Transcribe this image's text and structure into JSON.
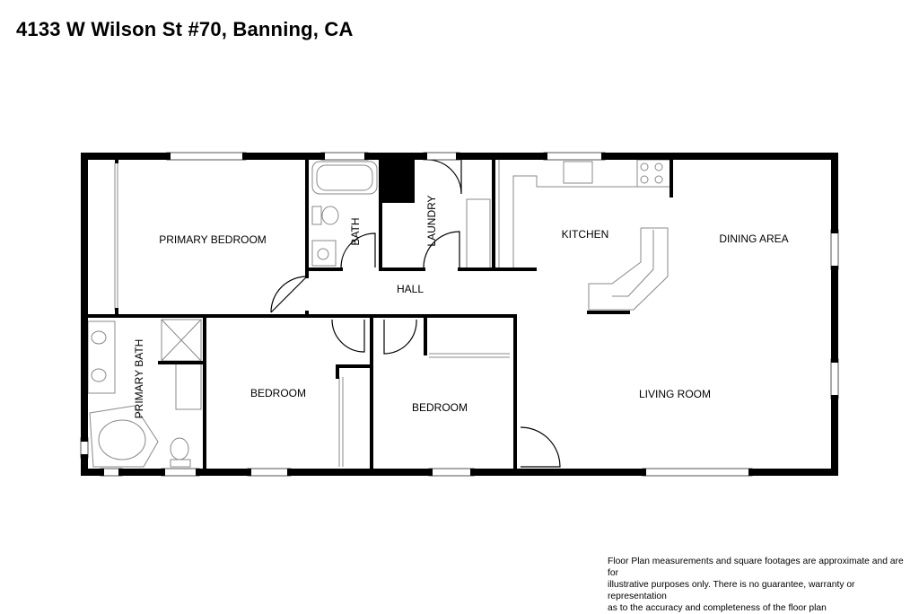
{
  "title": "4133 W Wilson St #70, Banning, CA",
  "rooms": {
    "primary_bedroom": "PRIMARY BEDROOM",
    "bath": "BATH",
    "laundry": "LAUNDRY",
    "kitchen": "KITCHEN",
    "dining_area": "DINING AREA",
    "hall": "HALL",
    "primary_bath": "PRIMARY BATH",
    "bedroom_1": "BEDROOM",
    "bedroom_2": "BEDROOM",
    "living_room": "LIVING ROOM"
  },
  "disclaimer": {
    "line1": "Floor Plan measurements and square footages are approximate and are for",
    "line2": "illustrative purposes only. There is no guarantee, warranty or representation",
    "line3": "as to the accuracy and completeness of the floor plan"
  }
}
